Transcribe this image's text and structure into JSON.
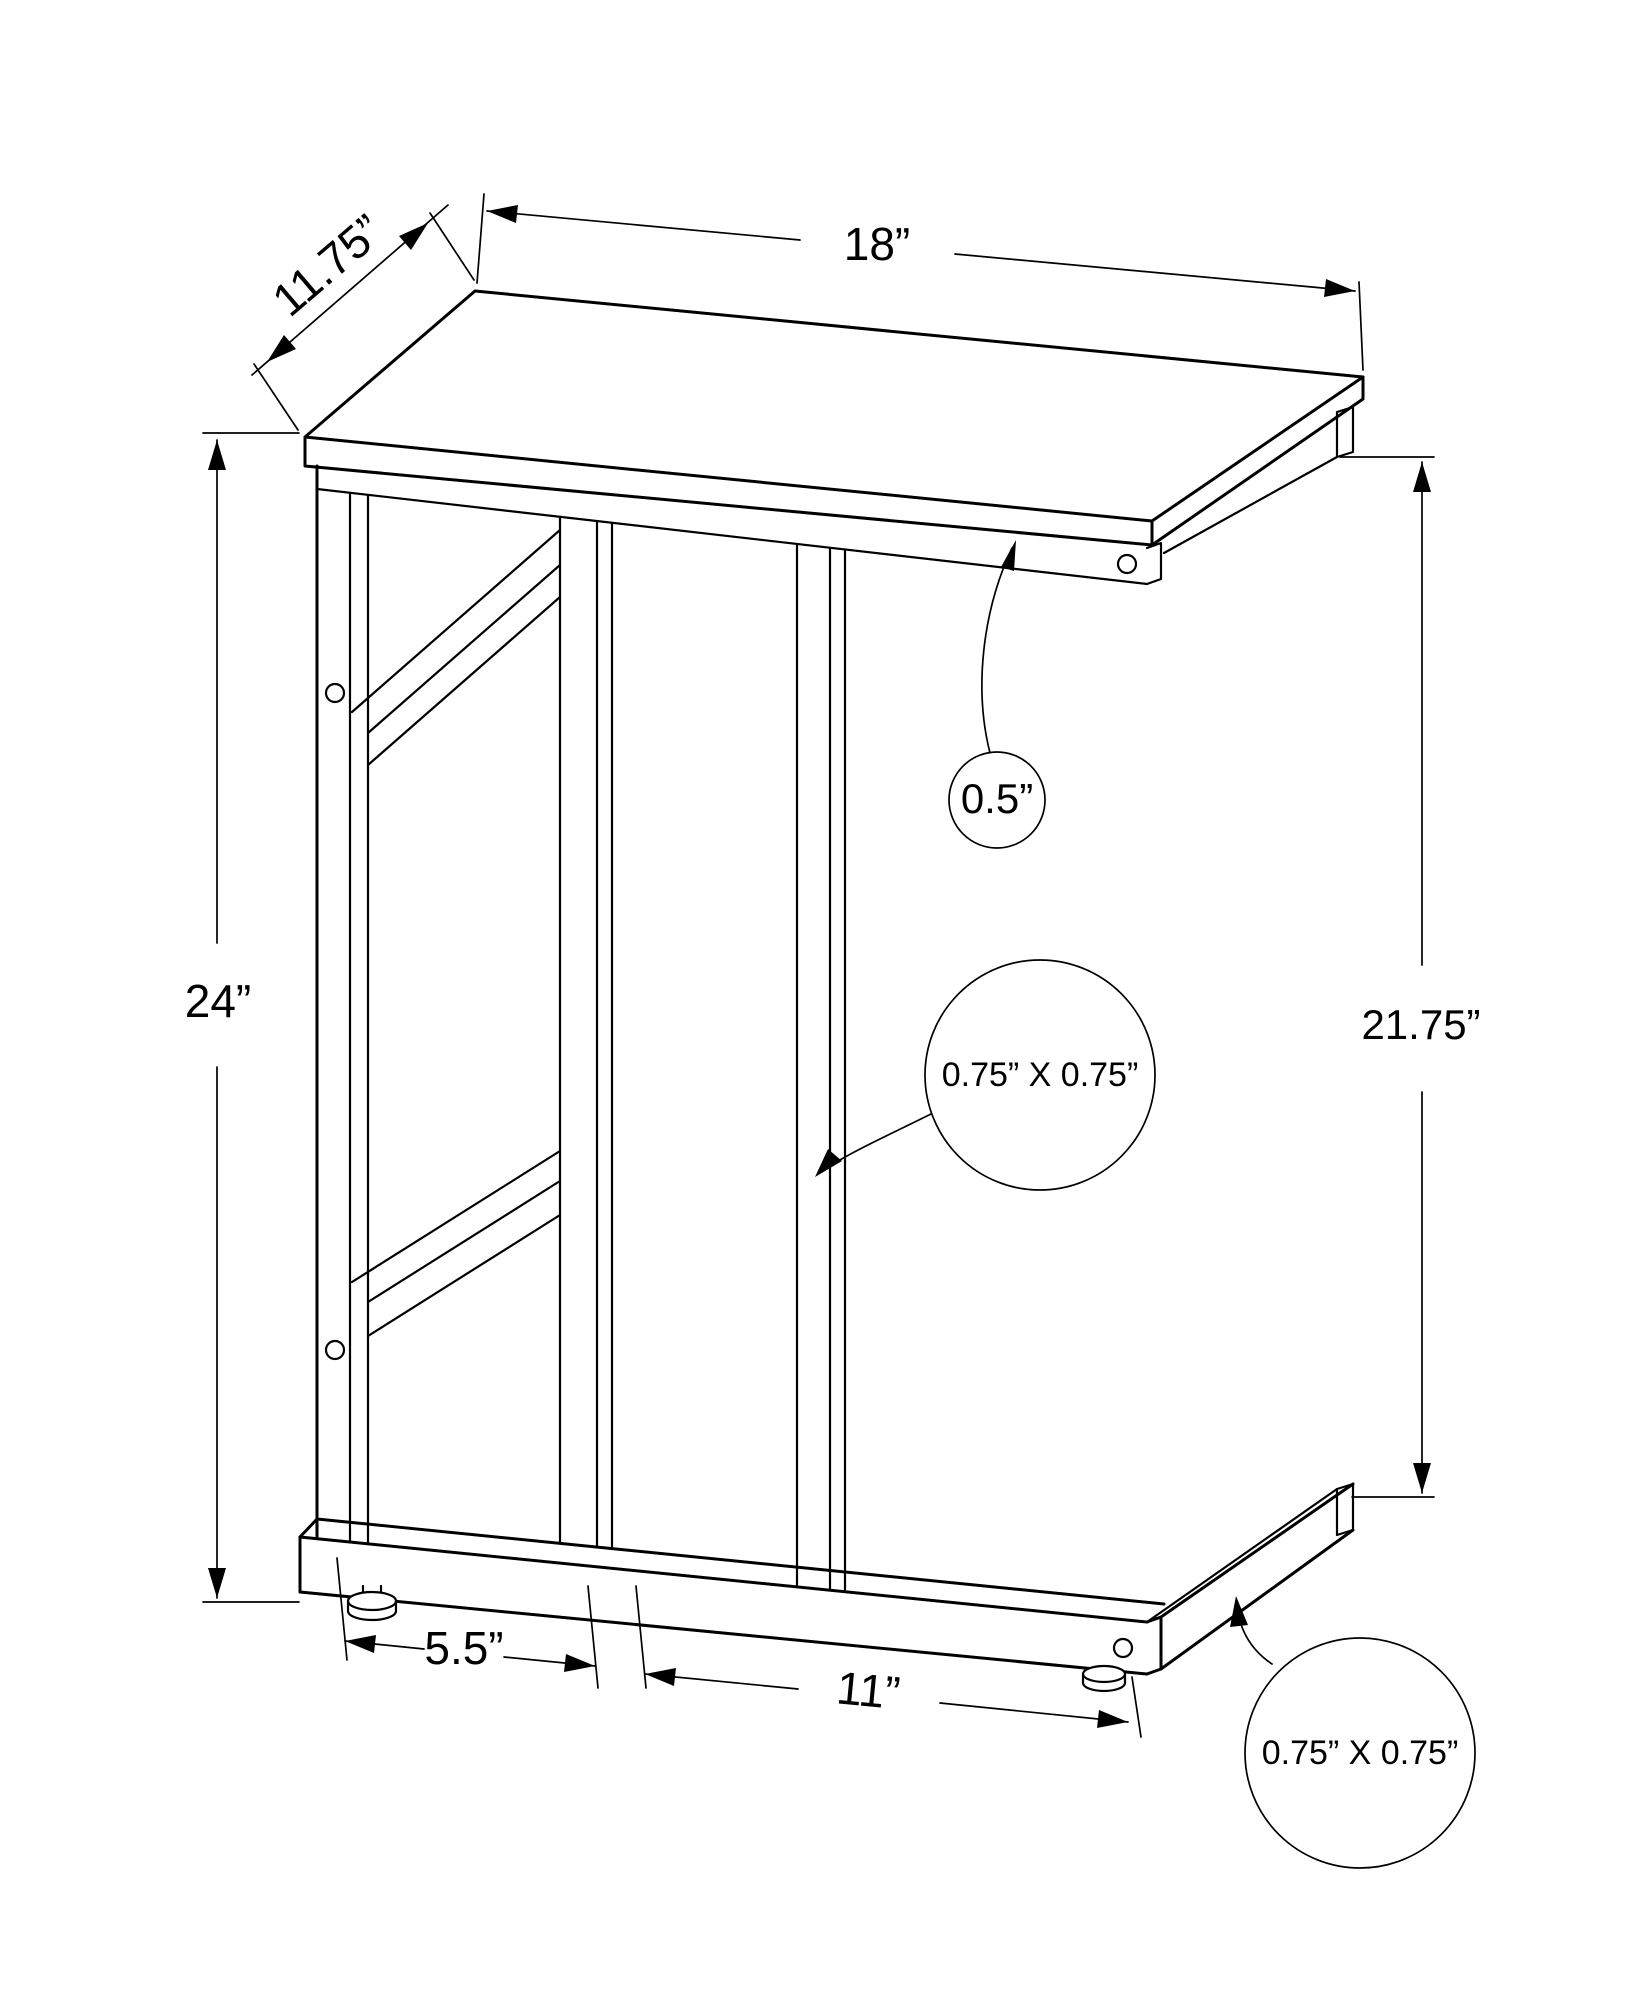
{
  "diagram": {
    "type": "furniture-dimension-drawing",
    "subject": "C-shaped accent side table, isometric line drawing with dimension annotations",
    "colors": {
      "line": "#000000",
      "background": "#ffffff"
    },
    "labels": {
      "top_width": "18”",
      "top_depth": "11.75”",
      "overall_height": "24”",
      "inner_height": "21.75”",
      "top_thickness": "0.5”",
      "tube_mid": "0.75” X 0.75”",
      "tube_base": "0.75” X 0.75”",
      "base_left_offset": "5.5”",
      "base_opening": "11”"
    }
  }
}
